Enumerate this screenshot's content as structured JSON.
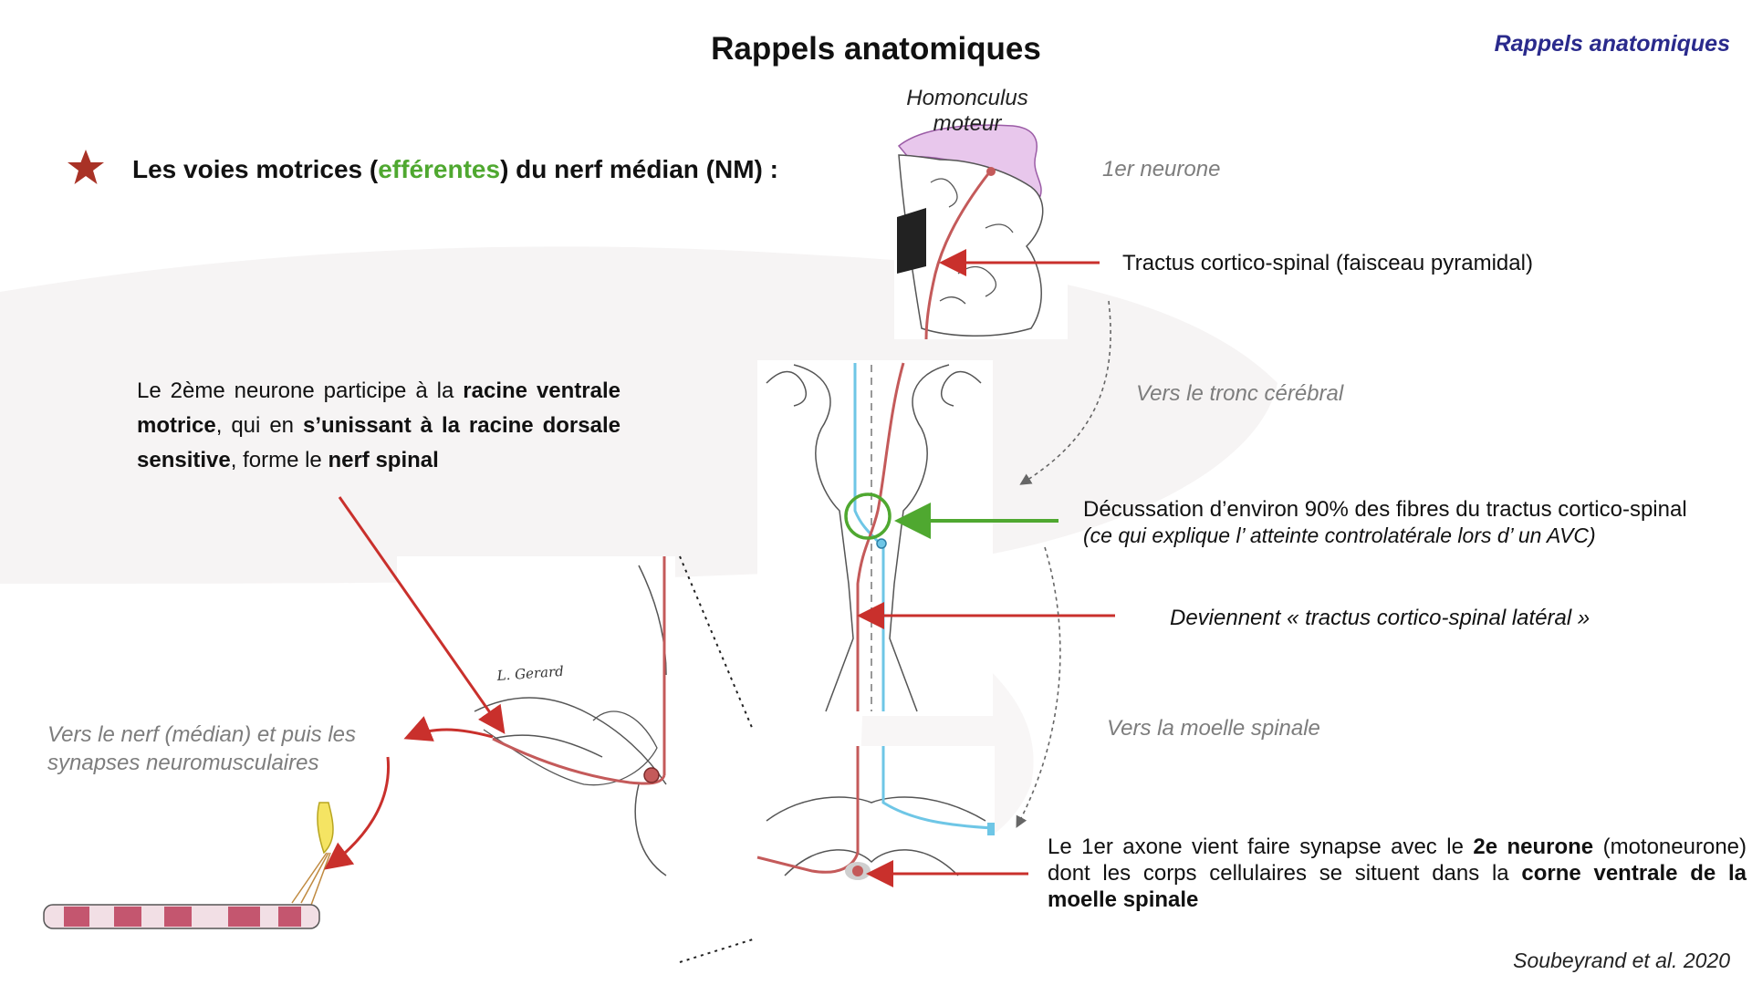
{
  "header": {
    "title": "Rappels anatomiques",
    "section_label": "Rappels anatomiques"
  },
  "diagram": {
    "homonculus_label": "Homonculus moteur",
    "intro": {
      "prefix": "Les voies motrices (",
      "highlight": "efférentes",
      "suffix": ") du nerf médian (NM) :"
    },
    "labels": {
      "first_neuron": "1er neurone",
      "tract": "Tractus cortico-spinal (faisceau pyramidal)",
      "to_brainstem": "Vers le tronc cérébral",
      "decussation": "Décussation d’environ 90% des fibres du tractus cortico-spinal",
      "decussation_note": "(ce qui explique l’ atteinte controlatérale lors d’ un AVC)",
      "become_lateral": "Deviennent « tractus cortico-spinal latéral »",
      "to_spinal_cord": "Vers la moelle spinale",
      "to_nerve": "Vers le nerf (médian) et puis les synapses neuromusculaires",
      "signature": "L. Gerard"
    },
    "second_neuron_text": {
      "t1": "Le 2ème neurone participe à la ",
      "b1": "racine ventrale motrice",
      "t2": ", qui en ",
      "b2": "s’unissant à la racine dorsale sensitive",
      "t3": ", forme le ",
      "b3": "nerf spinal"
    },
    "synapse_text": {
      "t1": "Le 1er axone vient faire synapse avec le ",
      "b1": "2e neurone",
      "t2": " (motoneurone) dont les corps cellulaires se situent dans la ",
      "b2": "corne ventrale de la moelle spinale"
    },
    "credit": "Soubeyrand et al. 2020"
  },
  "colors": {
    "title": "#111111",
    "section": "#2a2a8c",
    "highlight": "#4fa830",
    "arrow_red": "#c9302c",
    "arrow_green": "#4fa830",
    "tract_red": "#c45a5a",
    "tract_blue": "#6ec6e6",
    "star": "#a93226",
    "muted": "#7d7d7d"
  },
  "icons": [
    "star-icon"
  ]
}
